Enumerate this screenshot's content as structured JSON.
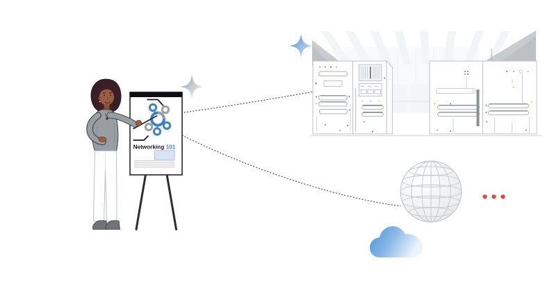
{
  "board": {
    "title_primary": "Networking",
    "title_accent": "101"
  },
  "colors": {
    "accent_blue": "#4285f4",
    "diagram_blue": "#3b82c8",
    "diagram_gray": "#9aa0a6",
    "board_ink": "#17171c",
    "ellipsis_red": "#dc4a3b",
    "cloud_blue_start": "#4a8fd7",
    "cloud_blue_mid": "#8ab8e8",
    "cloud_blue_end": "#eaf4fc",
    "sparkle_blue_start": "#4c8ccd",
    "sparkle_blue_end": "#dcedfa",
    "led_green": "#4ca65a",
    "led_yellow": "#f2b430"
  },
  "icons": {
    "sparkle_gray": "four-point-star",
    "sparkle_blue": "four-point-star",
    "network_diagram": "connected-nodes",
    "server_room": "server-racks",
    "globe": "wireframe-globe",
    "ellipsis": "three-red-dots",
    "cloud": "cloud"
  }
}
